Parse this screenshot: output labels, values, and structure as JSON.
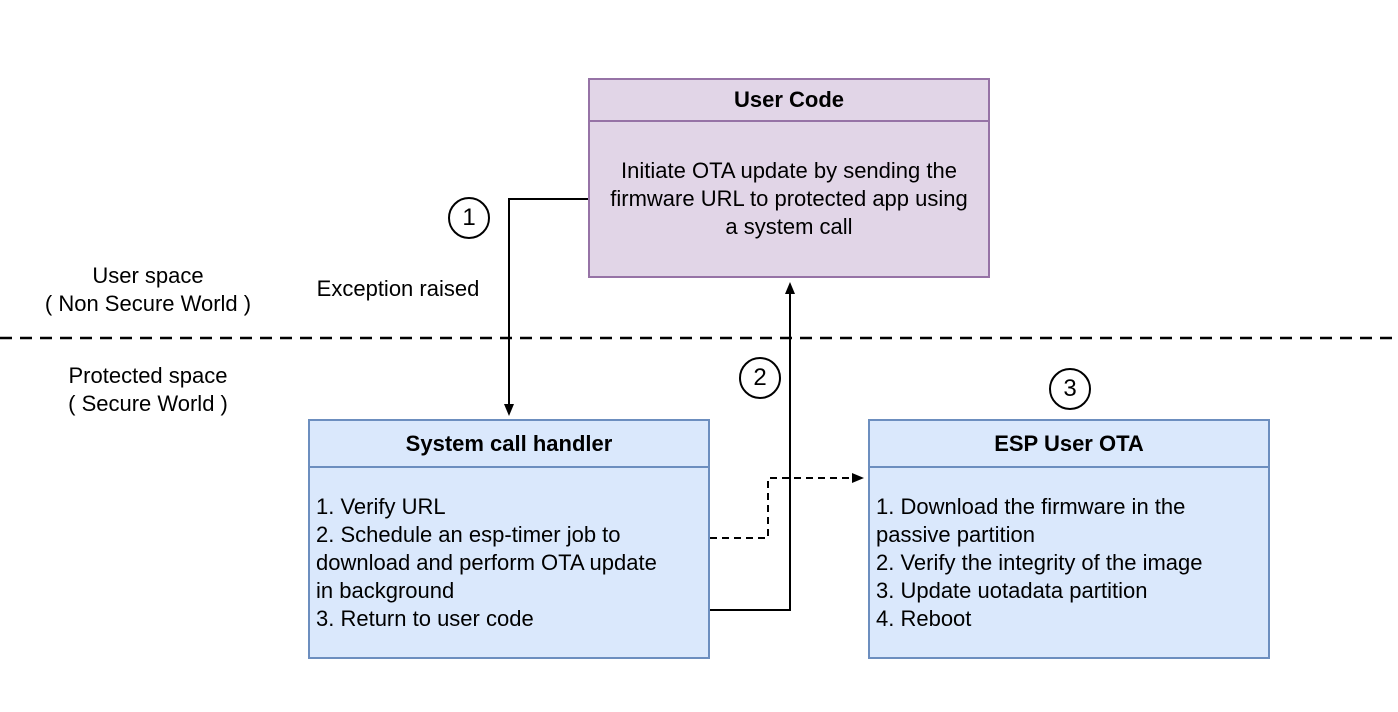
{
  "colors": {
    "background": "#FFFFFF",
    "line": "#000000",
    "purple-fill": "#E1D5E7",
    "purple-stroke": "#9673A6",
    "blue-fill": "#DAE8FC",
    "blue-stroke": "#6C8EBF"
  },
  "regions": {
    "user_space": {
      "line1": "User space",
      "line2": "( Non Secure World )"
    },
    "protected_space": {
      "line1": "Protected space",
      "line2": "( Secure World )"
    }
  },
  "labels": {
    "exception_raised": "Exception raised"
  },
  "step_badges": [
    "1",
    "2",
    "3"
  ],
  "boxes": {
    "user_code": {
      "title": "User Code",
      "lines": [
        "Initiate OTA update by sending the",
        "firmware URL to protected app using",
        "a system call"
      ]
    },
    "system_call_handler": {
      "title": "System call handler",
      "lines": [
        "1. Verify URL",
        "2. Schedule an esp-timer job to",
        "download and perform OTA update",
        "in background",
        "3. Return to user code"
      ]
    },
    "esp_user_ota": {
      "title": "ESP User OTA",
      "lines": [
        "1. Download the firmware in the",
        "passive partition",
        "2. Verify the integrity of the image",
        "3. Update uotadata partition",
        "4. Reboot"
      ]
    }
  }
}
